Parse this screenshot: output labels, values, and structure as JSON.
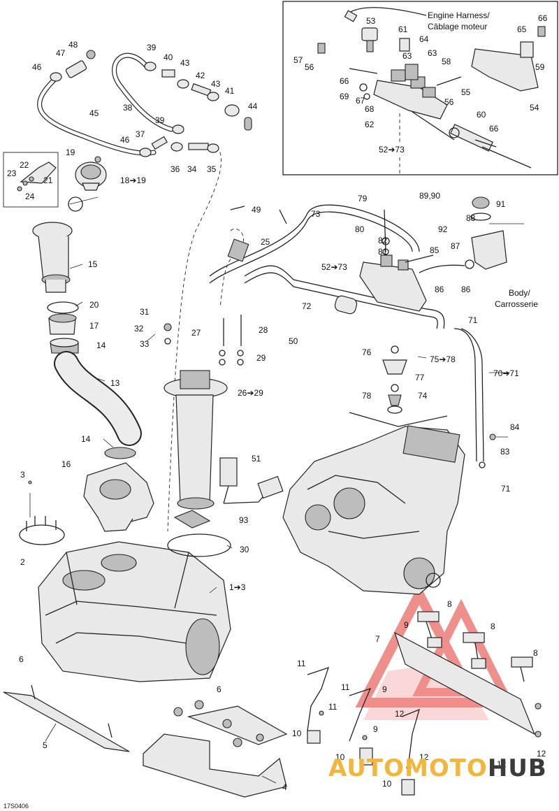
{
  "inset": {
    "harness_label_line1": "Engine Harness/",
    "harness_label_line2": "Câblage moteur"
  },
  "body_label": {
    "line1": "Body/",
    "line2": "Carrosserie"
  },
  "figure_code": "17S0406",
  "watermark": {
    "part1": "AUTO",
    "part2": "MOTO",
    "part3": "HUB"
  },
  "callouts": [
    "53",
    "61",
    "64",
    "63",
    "65",
    "66",
    "57",
    "56",
    "63",
    "58",
    "59",
    "66",
    "69",
    "67",
    "68",
    "55",
    "56",
    "54",
    "62",
    "60",
    "66",
    "52➔73",
    "48",
    "47",
    "46",
    "39",
    "40",
    "43",
    "42",
    "43",
    "41",
    "44",
    "45",
    "38",
    "39",
    "37",
    "46",
    "36",
    "34",
    "35",
    "19",
    "22",
    "23",
    "21",
    "24",
    "18➔19",
    "79",
    "49",
    "73",
    "80",
    "82",
    "81",
    "85",
    "25",
    "52➔73",
    "86",
    "86",
    "89,90",
    "91",
    "88",
    "92",
    "87",
    "15",
    "20",
    "17",
    "14",
    "13",
    "14",
    "16",
    "31",
    "32",
    "33",
    "27",
    "28",
    "29",
    "26➔29",
    "72",
    "50",
    "76",
    "75➔78",
    "77",
    "78",
    "74",
    "71",
    "70➔71",
    "84",
    "83",
    "71",
    "51",
    "93",
    "30",
    "3",
    "2",
    "1➔3",
    "6",
    "5",
    "6",
    "4",
    "8",
    "9",
    "8",
    "7",
    "8",
    "11",
    "9",
    "11",
    "12",
    "11",
    "12",
    "9",
    "10",
    "12",
    "10",
    "12",
    "10"
  ]
}
